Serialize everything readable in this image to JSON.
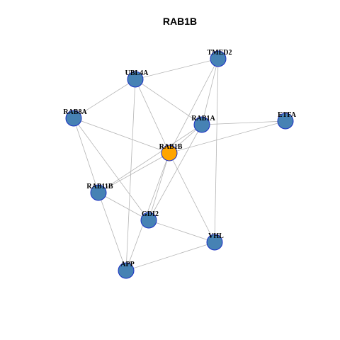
{
  "title": "RAB1B",
  "colors": {
    "hub": "#ffa500",
    "node": "#4682b4",
    "stroke": "#1a2fc4",
    "edge": "#b4b4b4"
  },
  "graph": {
    "hub": "RAB1B",
    "nodes": [
      "RAB1B",
      "TMED2",
      "UBL4A",
      "RAB8A",
      "RAB1A",
      "ETFA",
      "RAB11B",
      "GDI2",
      "VHL",
      "APP"
    ],
    "edges": [
      [
        "TMED2",
        "UBL4A"
      ],
      [
        "TMED2",
        "RAB1A"
      ],
      [
        "TMED2",
        "RAB1B"
      ],
      [
        "TMED2",
        "VHL"
      ],
      [
        "UBL4A",
        "RAB8A"
      ],
      [
        "UBL4A",
        "RAB1A"
      ],
      [
        "UBL4A",
        "RAB1B"
      ],
      [
        "UBL4A",
        "APP"
      ],
      [
        "RAB8A",
        "RAB1B"
      ],
      [
        "RAB8A",
        "RAB11B"
      ],
      [
        "RAB8A",
        "GDI2"
      ],
      [
        "RAB1A",
        "ETFA"
      ],
      [
        "RAB1A",
        "RAB1B"
      ],
      [
        "RAB1A",
        "RAB11B"
      ],
      [
        "RAB1A",
        "GDI2"
      ],
      [
        "ETFA",
        "RAB1B"
      ],
      [
        "RAB1B",
        "RAB11B"
      ],
      [
        "RAB1B",
        "GDI2"
      ],
      [
        "RAB1B",
        "VHL"
      ],
      [
        "RAB1B",
        "APP"
      ],
      [
        "RAB11B",
        "GDI2"
      ],
      [
        "RAB11B",
        "APP"
      ],
      [
        "GDI2",
        "VHL"
      ],
      [
        "VHL",
        "APP"
      ]
    ]
  }
}
